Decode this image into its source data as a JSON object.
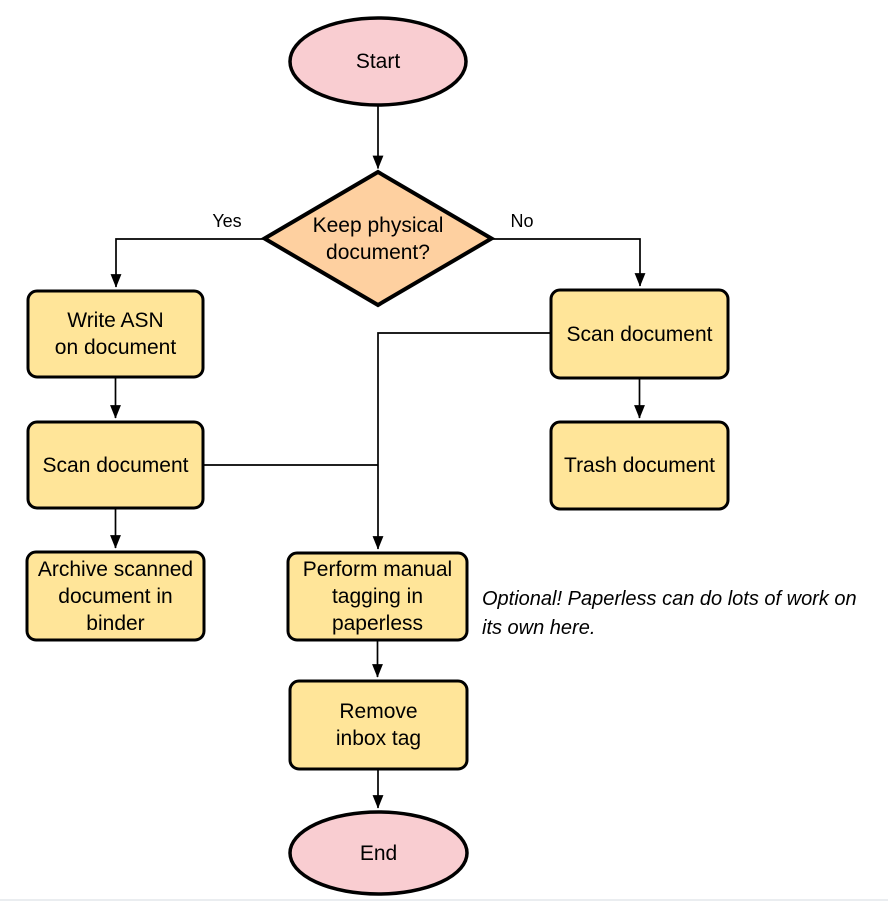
{
  "diagram": {
    "type": "flowchart",
    "background": "#ffffff",
    "colors": {
      "terminal_fill": "#f9cdd1",
      "decision_fill": "#fed0a0",
      "process_fill": "#ffe599",
      "stroke": "#000000"
    },
    "nodes": {
      "start": {
        "shape": "ellipse",
        "label": "Start"
      },
      "decision": {
        "shape": "diamond",
        "label": "Keep physical\ndocument?"
      },
      "write_asn": {
        "shape": "rect",
        "label": "Write ASN\non document"
      },
      "scan_left": {
        "shape": "rect",
        "label": "Scan document"
      },
      "archive": {
        "shape": "rect",
        "label": "Archive scanned\ndocument in\nbinder"
      },
      "scan_right": {
        "shape": "rect",
        "label": "Scan document"
      },
      "trash": {
        "shape": "rect",
        "label": "Trash document"
      },
      "tagging": {
        "shape": "rect",
        "label": "Perform manual\ntagging in\npaperless"
      },
      "remove_inbox": {
        "shape": "rect",
        "label": "Remove\ninbox tag"
      },
      "end": {
        "shape": "ellipse",
        "label": "End"
      }
    },
    "edge_labels": {
      "yes": "Yes",
      "no": "No"
    },
    "annotation": "Optional! Paperless can do lots of work on\nits own here."
  }
}
